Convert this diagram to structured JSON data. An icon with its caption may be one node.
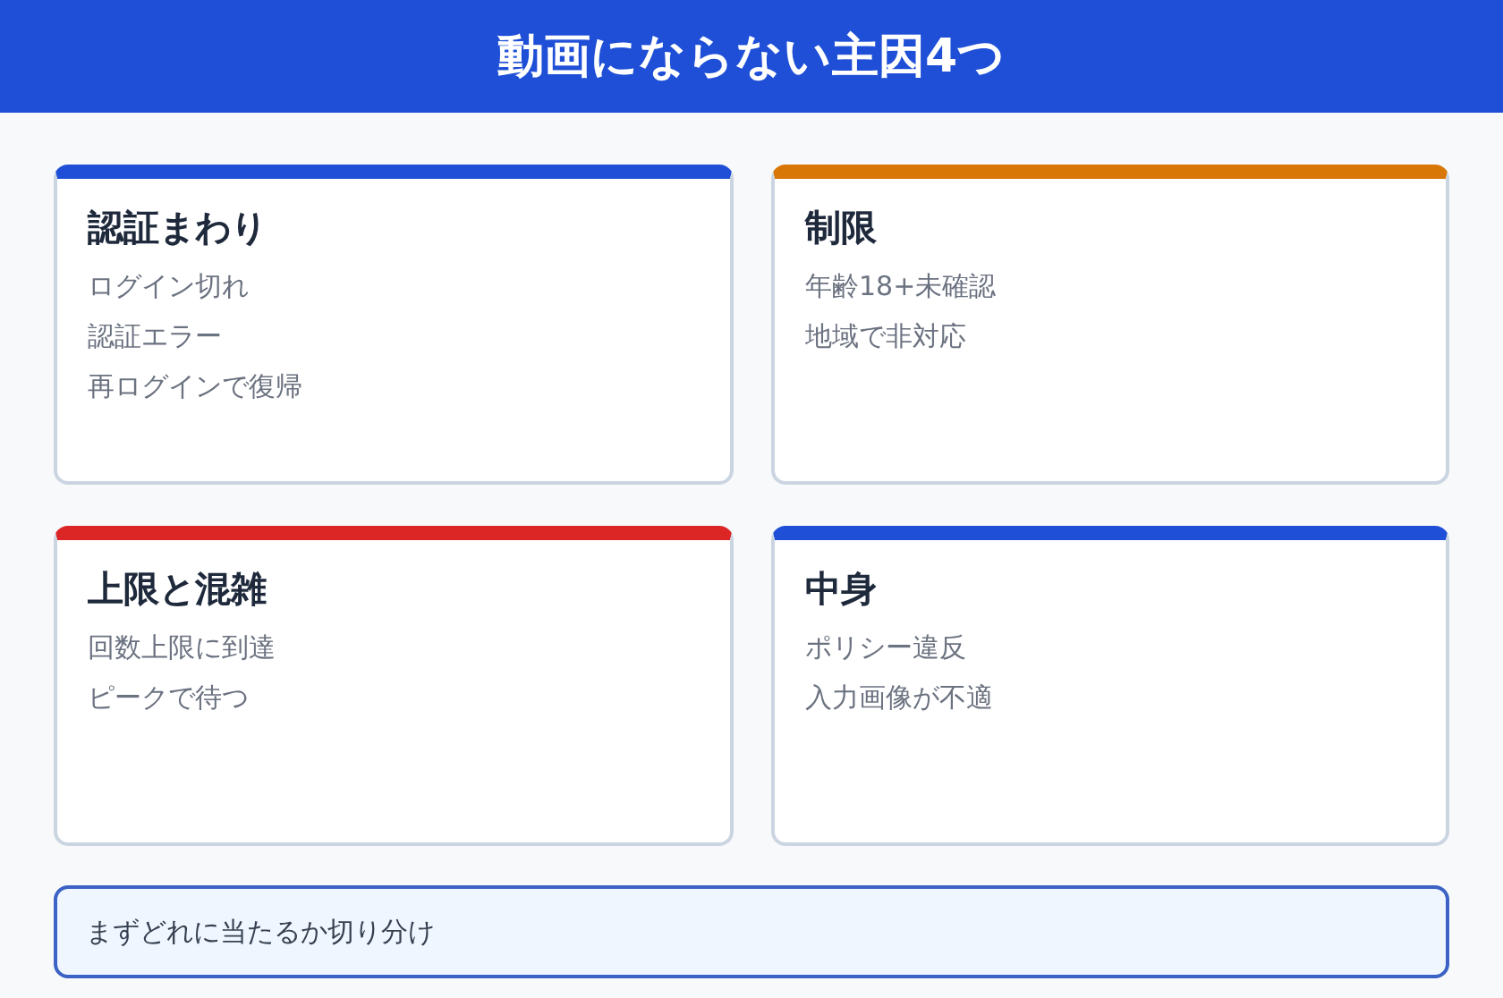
{
  "diagram": {
    "title": "動画にならない主因4つ",
    "nodes": [
      {
        "text": [
          "認証まわり",
          "ログイン切れ",
          "認証エラー",
          "再ログインで復帰"
        ]
      },
      {
        "text": [
          "制限",
          "年齢18+未確認",
          "地域で非対応"
        ]
      },
      {
        "text": [
          "上限と混雑",
          "回数上限に到達",
          "ピークで待つ"
        ]
      },
      {
        "text": [
          "中身",
          "ポリシー違反",
          "入力画像が不適"
        ]
      },
      {
        "text": [
          "まずどれに当たるか切り分け"
        ]
      }
    ]
  }
}
